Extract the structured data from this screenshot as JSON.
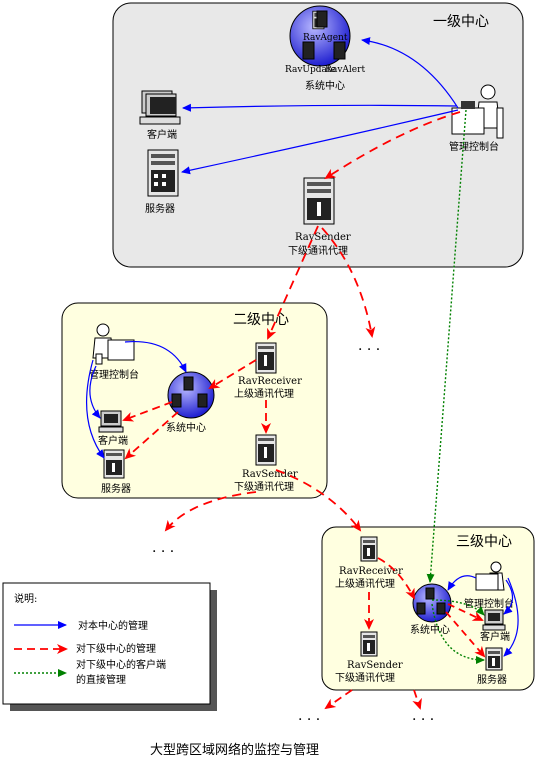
{
  "caption": "大型跨区域网络的监控与管理",
  "level1": {
    "title": "一级中心",
    "agent": "RavAgent",
    "update": "RavUpdate",
    "alert": "RavAlert",
    "center": "系统中心",
    "client": "客户端",
    "server": "服务器",
    "console": "管理控制台",
    "sender": "RavSender",
    "sender_desc": "下级通讯代理"
  },
  "level2": {
    "title": "二级中心",
    "console": "管理控制台",
    "center": "系统中心",
    "client": "客户端",
    "server": "服务器",
    "receiver": "RavReceiver",
    "receiver_desc": "上级通讯代理",
    "sender": "RavSender",
    "sender_desc": "下级通讯代理"
  },
  "level3": {
    "title": "三级中心",
    "receiver": "RavReceiver",
    "receiver_desc": "上级通讯代理",
    "center": "系统中心",
    "console": "管理控制台",
    "client": "客户端",
    "server": "服务器",
    "sender": "RavSender",
    "sender_desc": "下级通讯代理"
  },
  "ellipsis": "· · ·",
  "legend": {
    "title": "说明:",
    "items": [
      {
        "label": "对本中心的管理",
        "color": "#0000ff",
        "style": "solid"
      },
      {
        "label": "对下级中心的管理",
        "color": "#ff0000",
        "style": "dashed"
      },
      {
        "label": "对下级中心的客户端",
        "label2": "的直接管理",
        "color": "#008000",
        "style": "dotted"
      }
    ]
  }
}
